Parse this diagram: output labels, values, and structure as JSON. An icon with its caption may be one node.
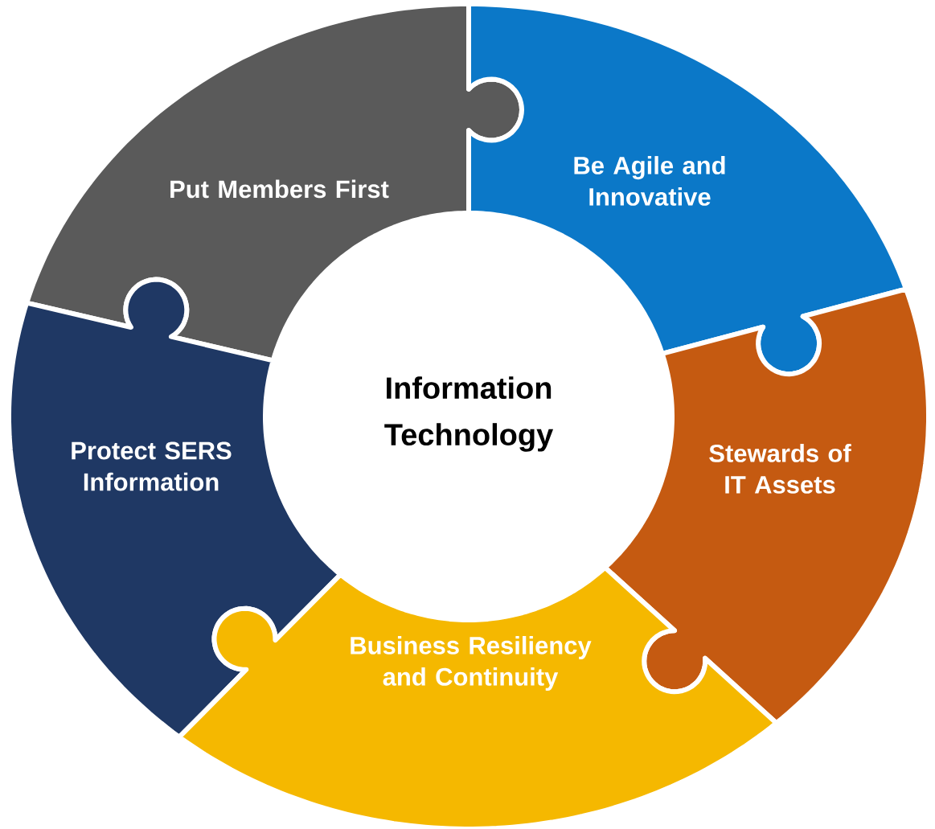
{
  "diagram": {
    "nodes": [
      {
        "text": [
          "Put Members First"
        ]
      },
      {
        "text": [
          "Be Agile and Innovative"
        ]
      },
      {
        "text": [
          "Information Technology"
        ]
      },
      {
        "text": [
          "Protect SERS Information"
        ]
      },
      {
        "text": [
          "Stewards of IT Assets"
        ]
      },
      {
        "text": [
          "Business Resiliency and Continuity"
        ]
      }
    ]
  }
}
